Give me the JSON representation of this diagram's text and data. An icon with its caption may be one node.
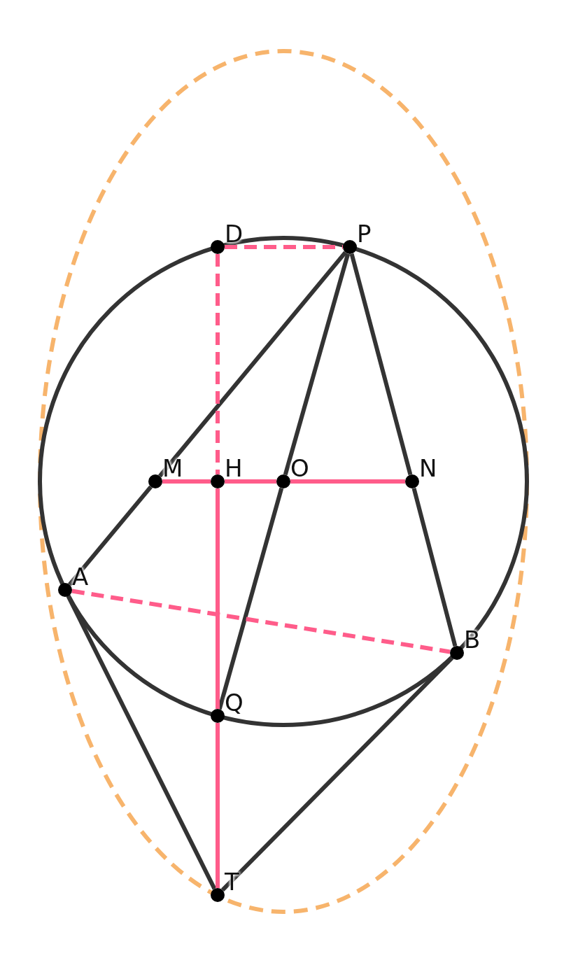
{
  "diagram": {
    "nodes": [
      {
        "text": [
          "D"
        ]
      },
      {
        "text": [
          "P"
        ]
      },
      {
        "text": [
          "M"
        ]
      },
      {
        "text": [
          "H"
        ]
      },
      {
        "text": [
          "O"
        ]
      },
      {
        "text": [
          "N"
        ]
      },
      {
        "text": [
          "A"
        ]
      },
      {
        "text": [
          "B"
        ]
      },
      {
        "text": [
          "Q"
        ]
      },
      {
        "text": [
          "T"
        ]
      }
    ],
    "edges": [
      {
        "from": 1,
        "to": 2,
        "arrow": "none"
      },
      {
        "from": 2,
        "to": 6,
        "arrow": "none"
      },
      {
        "from": 1,
        "to": 4,
        "arrow": "none"
      },
      {
        "from": 4,
        "to": 8,
        "arrow": "none"
      },
      {
        "from": 1,
        "to": 5,
        "arrow": "none"
      },
      {
        "from": 5,
        "to": 7,
        "arrow": "none"
      },
      {
        "from": 6,
        "to": 9,
        "arrow": "none"
      },
      {
        "from": 7,
        "to": 9,
        "arrow": "none"
      },
      {
        "from": 2,
        "to": 3,
        "arrow": "none",
        "color": "#ff5c8a"
      },
      {
        "from": 3,
        "to": 4,
        "arrow": "none",
        "color": "#ff5c8a"
      },
      {
        "from": 4,
        "to": 5,
        "arrow": "none",
        "color": "#ff5c8a"
      },
      {
        "from": 3,
        "to": 8,
        "arrow": "none",
        "color": "#ff5c8a"
      },
      {
        "from": 8,
        "to": 9,
        "arrow": "none",
        "color": "#ff5c8a"
      },
      {
        "from": 0,
        "to": 1,
        "arrow": "none",
        "style": "dashed",
        "color": "#ff5c8a"
      },
      {
        "from": 0,
        "to": 3,
        "arrow": "none",
        "style": "dashed",
        "color": "#ff5c8a"
      },
      {
        "from": 6,
        "to": 7,
        "arrow": "none",
        "style": "dashed",
        "color": "#ff5c8a"
      }
    ]
  }
}
